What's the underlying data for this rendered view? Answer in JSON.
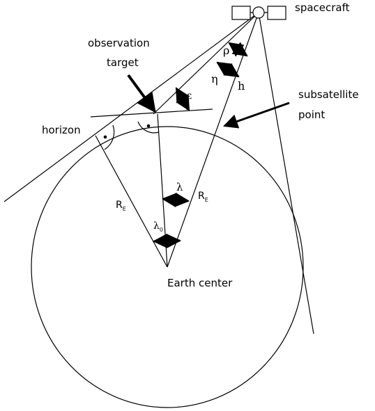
{
  "labels": {
    "spacecraft": "spacecraft",
    "observation_target_line1": "observation",
    "observation_target_line2": "target",
    "subsatellite_line1": "subsatellite",
    "subsatellite_line2": "point",
    "horizon": "horizon",
    "earth_center": "Earth center",
    "h": "h",
    "rho": "ρ",
    "eta": "η",
    "epsilon": "ε",
    "lambda": "λ",
    "lambda0_base": "λ",
    "lambda0_sub": "0",
    "re_left_base": "R",
    "re_left_sub": "E",
    "re_right_base": "R",
    "re_right_sub": "E"
  }
}
